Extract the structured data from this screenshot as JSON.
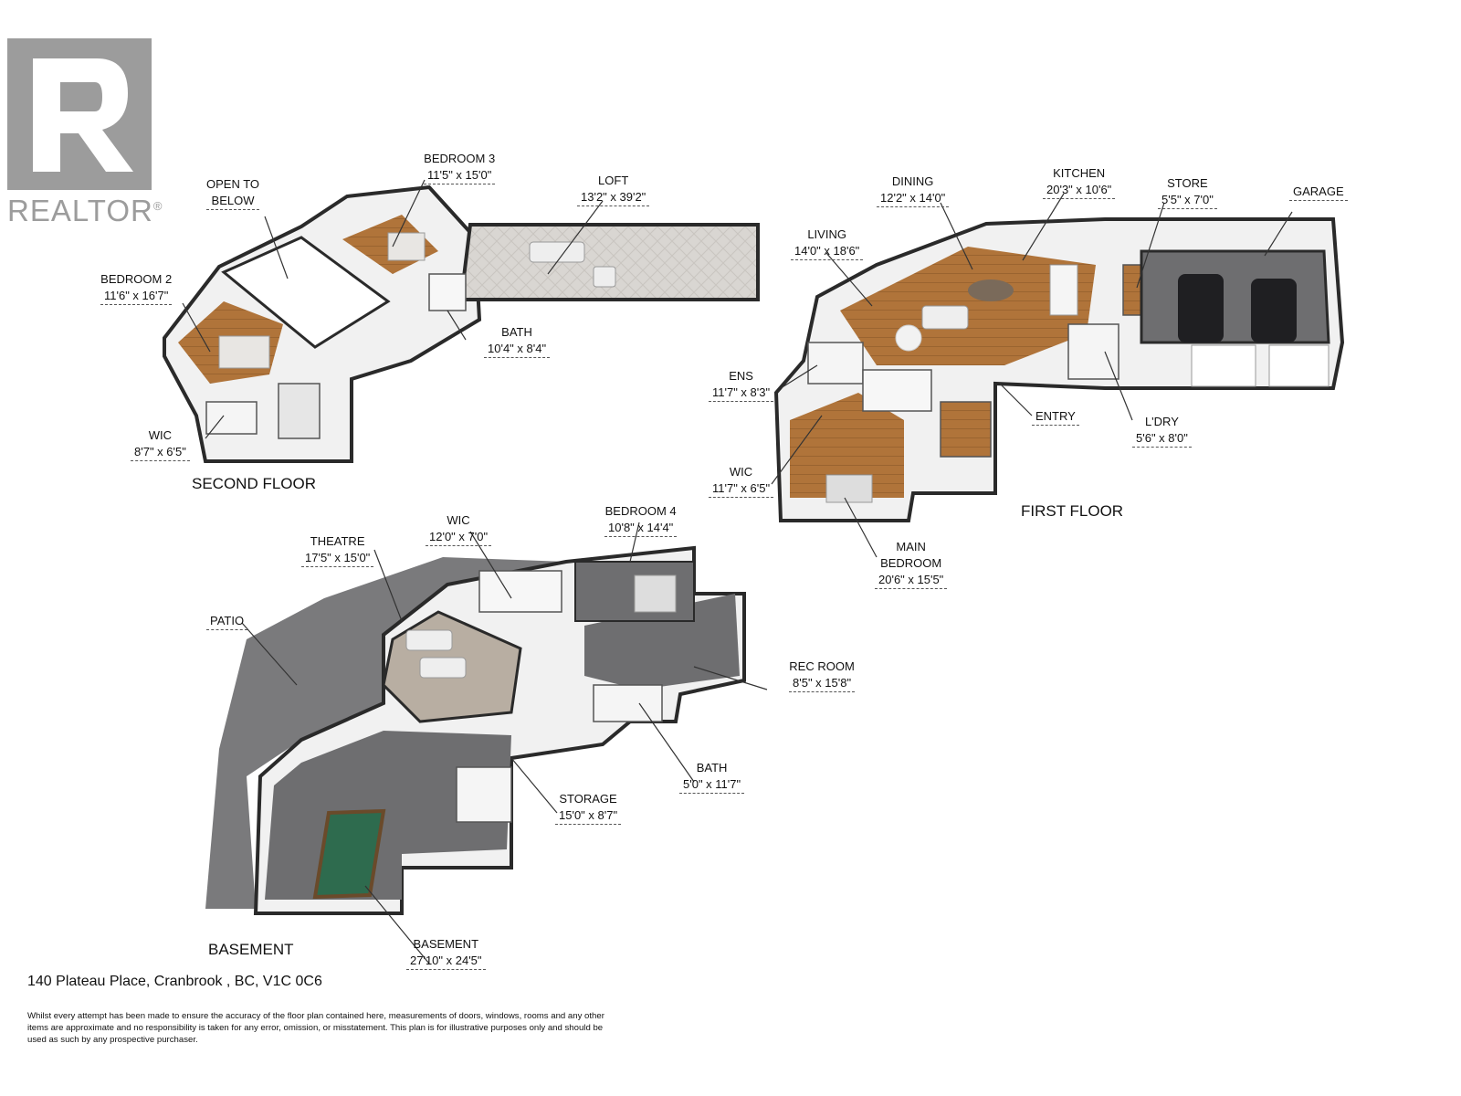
{
  "logo": {
    "word": "REALTOR",
    "reg": "®",
    "mark_letter": "R",
    "color": "#9c9c9c"
  },
  "floors": {
    "second": "SECOND FLOOR",
    "first": "FIRST FLOOR",
    "basement": "BASEMENT"
  },
  "rooms": {
    "open_to_below": {
      "name1": "OPEN TO",
      "name2": "BELOW"
    },
    "bedroom3": {
      "name": "BEDROOM 3",
      "dim": "11'5\" x 15'0\""
    },
    "loft": {
      "name": "LOFT",
      "dim": "13'2\" x 39'2\""
    },
    "bedroom2": {
      "name": "BEDROOM 2",
      "dim": "11'6\" x 16'7\""
    },
    "bath2": {
      "name": "BATH",
      "dim": "10'4\" x 8'4\""
    },
    "wic2": {
      "name": "WIC",
      "dim": "8'7\" x 6'5\""
    },
    "dining": {
      "name": "DINING",
      "dim": "12'2\" x 14'0\""
    },
    "kitchen": {
      "name": "KITCHEN",
      "dim": "20'3\" x 10'6\""
    },
    "store": {
      "name": "STORE",
      "dim": "5'5\" x 7'0\""
    },
    "garage": {
      "name": "GARAGE"
    },
    "living": {
      "name": "LIVING",
      "dim": "14'0\" x 18'6\""
    },
    "ens": {
      "name": "ENS",
      "dim": "11'7\" x 8'3\""
    },
    "entry": {
      "name": "ENTRY"
    },
    "ldry": {
      "name": "L'DRY",
      "dim": "5'6\" x 8'0\""
    },
    "wic1": {
      "name": "WIC",
      "dim": "11'7\" x 6'5\""
    },
    "main_bedroom": {
      "name1": "MAIN",
      "name2": "BEDROOM",
      "dim": "20'6\" x 15'5\""
    },
    "theatre": {
      "name": "THEATRE",
      "dim": "17'5\" x 15'0\""
    },
    "wic_b": {
      "name": "WIC",
      "dim": "12'0\" x 7'0\""
    },
    "bedroom4": {
      "name": "BEDROOM 4",
      "dim": "10'8\" x 14'4\""
    },
    "patio": {
      "name": "PATIO"
    },
    "rec_room": {
      "name": "REC ROOM",
      "dim": "8'5\" x 15'8\""
    },
    "bath_b": {
      "name": "BATH",
      "dim": "5'0\" x 11'7\""
    },
    "storage": {
      "name": "STORAGE",
      "dim": "15'0\" x 8'7\""
    },
    "basement": {
      "name": "BASEMENT",
      "dim": "27'10\" x 24'5\""
    }
  },
  "address": "140 Plateau Place, Cranbrook , BC, V1C 0C6",
  "disclaimer": "Whilst every attempt has been made to ensure the accuracy of the floor plan contained here, measurements of doors, windows, rooms and any other items are approximate and no responsibility is taken for any error, omission, or misstatement. This plan is for illustrative purposes only and should be used as such by any prospective purchaser.",
  "colors": {
    "wood": "#b0743a",
    "floor_grey": "#6e6e70",
    "patio": "#7a7a7c",
    "wall": "#2a2a2a",
    "white": "#ffffff"
  }
}
